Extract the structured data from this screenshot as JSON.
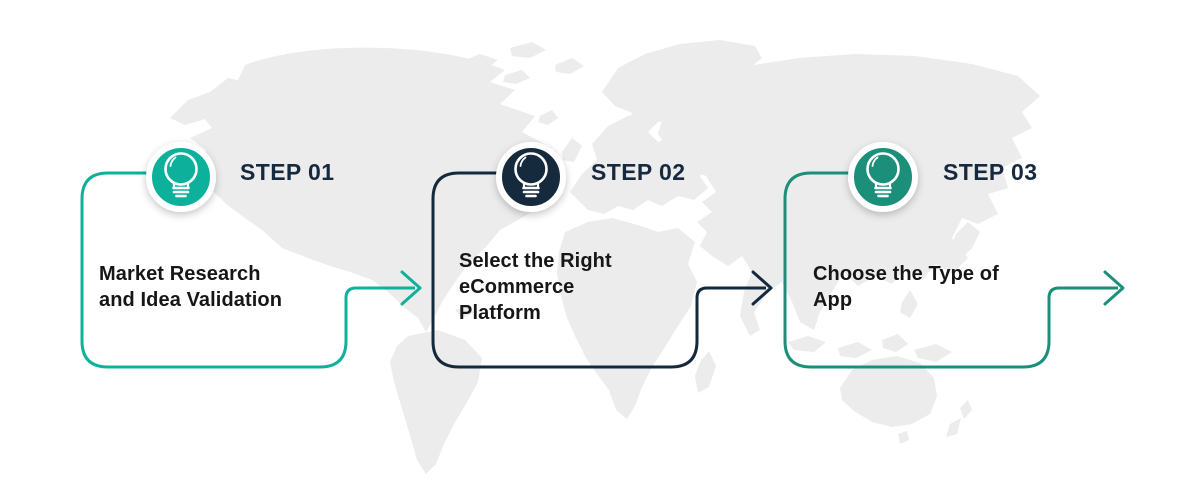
{
  "title": "eCommerce app development steps infographic",
  "colors": {
    "background": "#FFFFFF",
    "map": "#ECECEC",
    "step1_accent": "#0FB19B",
    "step2_accent": "#14293C",
    "step3_accent": "#1B8F7A",
    "step_label_text": "#17293F",
    "body_text": "#161616",
    "icon": "#FFFFFF"
  },
  "steps": [
    {
      "step_label": "STEP 01",
      "title": "Market Research and Idea Validation",
      "title_lines": [
        "Market Research",
        "and Idea Validation"
      ],
      "icon": "lightbulb-icon",
      "color": "#0FB19B"
    },
    {
      "step_label": "STEP 02",
      "title": "Select the Right eCommerce Platform",
      "title_lines": [
        "Select the Right",
        "eCommerce",
        "Platform"
      ],
      "icon": "lightbulb-icon",
      "color": "#14293C"
    },
    {
      "step_label": "STEP 03",
      "title": "Choose the Type of App",
      "title_lines": [
        "Choose the Type of",
        "App"
      ],
      "icon": "lightbulb-icon",
      "color": "#1B8F7A"
    }
  ]
}
